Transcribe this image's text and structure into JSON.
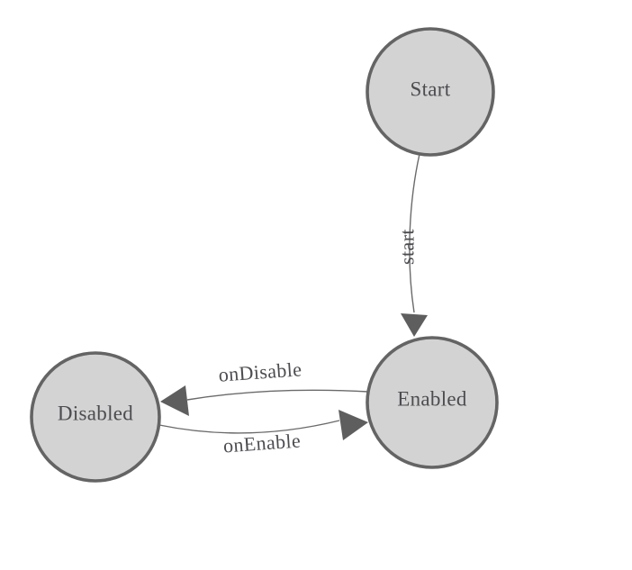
{
  "diagram": {
    "type": "state-machine-graph",
    "background": "#ffffff",
    "colors": {
      "node_fill": "#d3d3d3",
      "node_stroke": "#646464",
      "edge_stroke": "#6a6a6a",
      "arrowhead_fill": "#5e5e5e",
      "label_text": "#4c4c51"
    },
    "nodes": [
      {
        "id": "start",
        "label": "Start"
      },
      {
        "id": "enabled",
        "label": "Enabled"
      },
      {
        "id": "disabled",
        "label": "Disabled"
      }
    ],
    "edges": [
      {
        "from": "Start",
        "to": "Enabled",
        "label": "start"
      },
      {
        "from": "Enabled",
        "to": "Disabled",
        "label": "onDisable"
      },
      {
        "from": "Disabled",
        "to": "Enabled",
        "label": "onEnable"
      }
    ]
  }
}
